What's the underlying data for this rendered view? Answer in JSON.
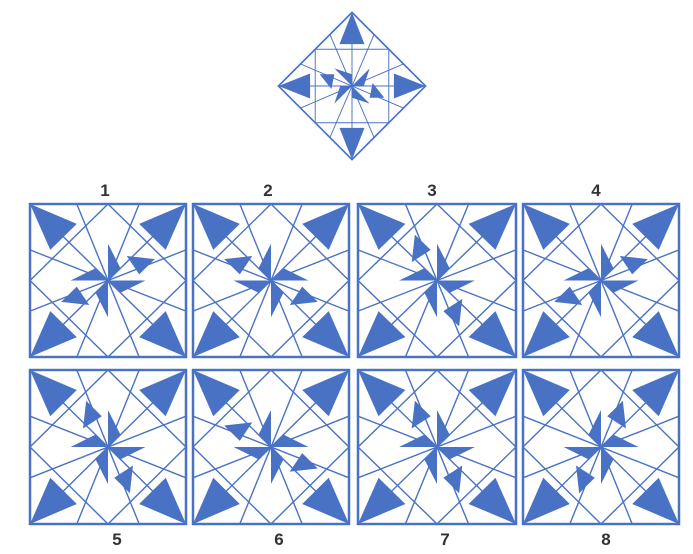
{
  "puzzle": {
    "reference": {
      "rotation_degrees": 45
    },
    "options": [
      {
        "label": "1"
      },
      {
        "label": "2"
      },
      {
        "label": "3"
      },
      {
        "label": "4"
      },
      {
        "label": "5"
      },
      {
        "label": "6"
      },
      {
        "label": "7"
      },
      {
        "label": "8"
      }
    ]
  },
  "colors": {
    "line": "#4a72c4",
    "fill": "#4a72c4",
    "background": "#ffffff",
    "label": "#333333"
  }
}
